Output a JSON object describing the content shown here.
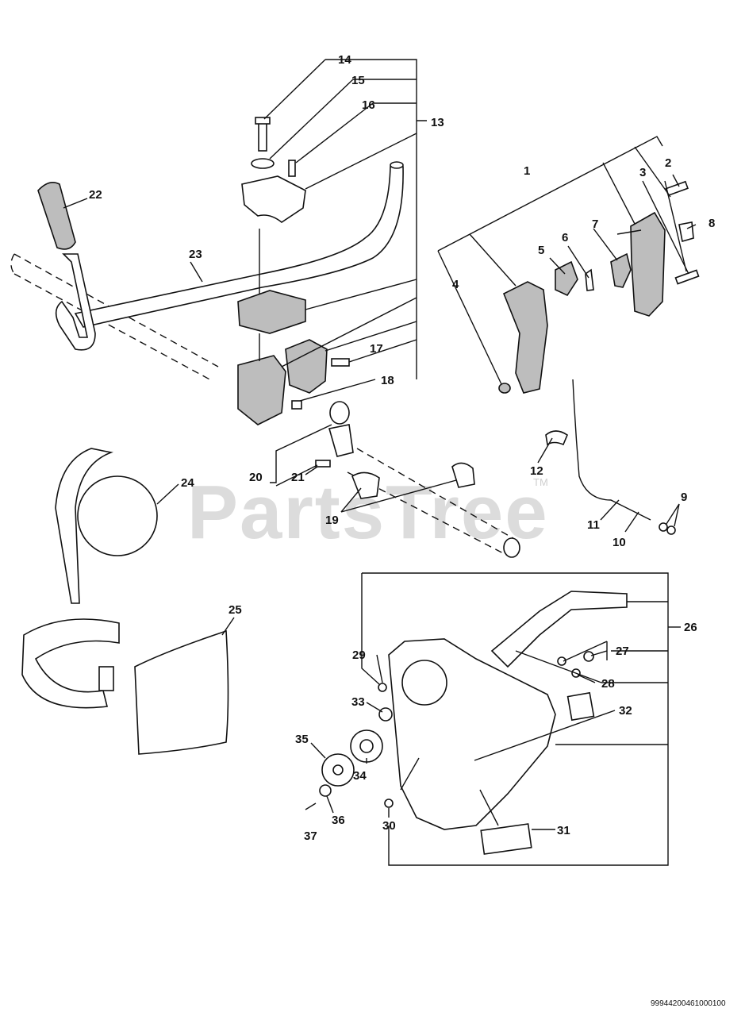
{
  "watermark": {
    "text": "PartsTree",
    "tm": "TM"
  },
  "drawing_code": "99944200461000100",
  "callouts": [
    "1",
    "2",
    "3",
    "4",
    "5",
    "6",
    "7",
    "8",
    "9",
    "10",
    "11",
    "12",
    "13",
    "14",
    "15",
    "16",
    "17",
    "18",
    "19",
    "20",
    "21",
    "22",
    "23",
    "24",
    "25",
    "26",
    "27",
    "28",
    "29",
    "30",
    "31",
    "32",
    "33",
    "34",
    "35",
    "36",
    "37"
  ]
}
